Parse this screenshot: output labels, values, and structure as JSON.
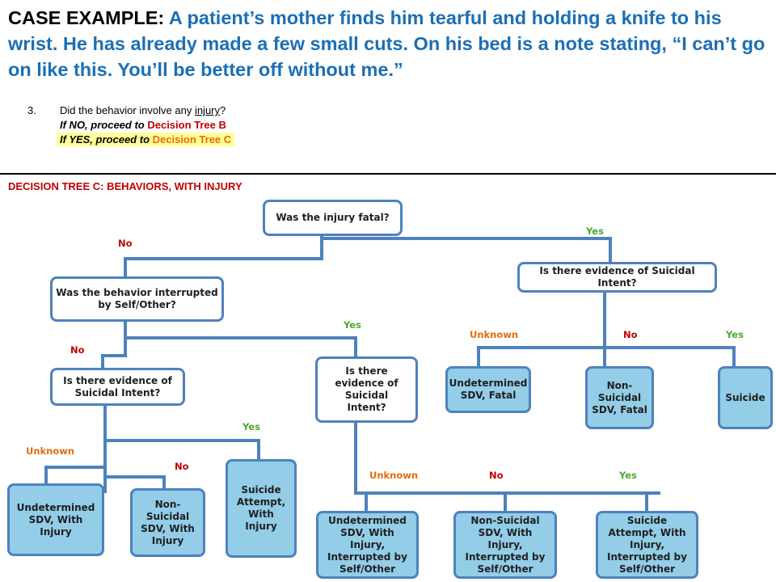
{
  "case": {
    "label": "CASE EXAMPLE:",
    "text": "A patient’s mother finds him tearful and holding a knife to his wrist. He has already made a few small cuts. On his bed is a note stating, “I can’t go on like this. You’ll be better off without me.”"
  },
  "question": {
    "number": "3.",
    "text_before": "Did the behavior involve any ",
    "underlined": "injury",
    "text_after": "?",
    "if_no_prefix": "If NO, proceed to ",
    "if_no_target": "Decision Tree B",
    "if_yes_prefix": "If YES, proceed to ",
    "if_yes_target": "Decision Tree C"
  },
  "tree_title": "DECISION TREE C: BEHAVIORS, WITH INJURY",
  "nodes": {
    "fatal": "Was the injury fatal?",
    "intent_fatal": "Is there evidence of Suicidal Intent?",
    "interrupted": "Was the behavior interrupted by Self/Other?",
    "intent_not_interrupted": "Is there evidence of Suicidal Intent?",
    "intent_interrupted": "Is there evidence of Suicidal Intent?",
    "undetermined_fatal": "Undetermined SDV, Fatal",
    "nonsuicidal_fatal": "Non-Suicidal SDV, Fatal",
    "suicide": "Suicide",
    "undetermined_injury": "Undetermined SDV, With Injury",
    "nonsuicidal_injury": "Non-Suicidal SDV, With Injury",
    "attempt_injury": "Suicide Attempt, With Injury",
    "undetermined_interrupted": "Undetermined SDV, With Injury, Interrupted by Self/Other",
    "nonsuicidal_interrupted": "Non-Suicidal SDV, With Injury, Interrupted by Self/Other",
    "attempt_interrupted": "Suicide Attempt, With Injury, Interrupted by Self/Other"
  },
  "branch_labels": {
    "no": "No",
    "yes": "Yes",
    "unknown": "Unknown"
  },
  "colors": {
    "case_text": "#1b6fb5",
    "no": "#c00000",
    "yes": "#4ea72e",
    "unknown": "#e46c0a",
    "connector": "#4f81bd",
    "outcome_fill": "#93cde8",
    "highlight": "#ffff99"
  }
}
